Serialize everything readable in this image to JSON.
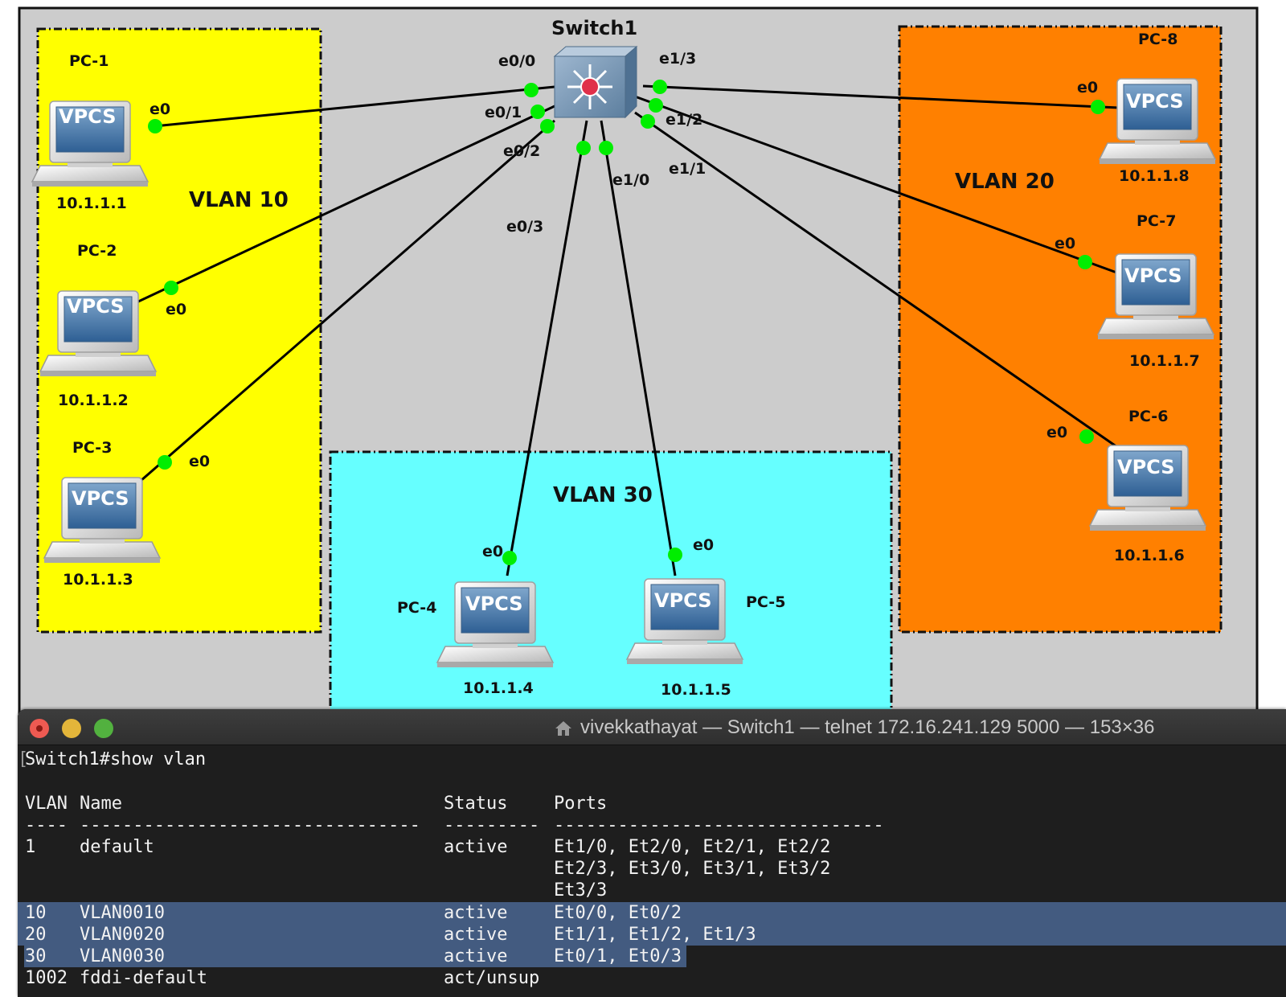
{
  "topology": {
    "switch": {
      "name": "Switch1",
      "ports": {
        "e0_0": "e0/0",
        "e0_1": "e0/1",
        "e0_2": "e0/2",
        "e0_3": "e0/3",
        "e1_0": "e1/0",
        "e1_1": "e1/1",
        "e1_2": "e1/2",
        "e1_3": "e1/3"
      }
    },
    "zones": {
      "vlan10": "VLAN 10",
      "vlan20": "VLAN 20",
      "vlan30": "VLAN 30"
    },
    "device_icon_text": "VPCS",
    "pcs": [
      {
        "name": "PC-1",
        "ip": "10.1.1.1",
        "port": "e0"
      },
      {
        "name": "PC-2",
        "ip": "10.1.1.2",
        "port": "e0"
      },
      {
        "name": "PC-3",
        "ip": "10.1.1.3",
        "port": "e0"
      },
      {
        "name": "PC-4",
        "ip": "10.1.1.4",
        "port": "e0"
      },
      {
        "name": "PC-5",
        "ip": "10.1.1.5",
        "port": "e0"
      },
      {
        "name": "PC-6",
        "ip": "10.1.1.6",
        "port": "e0"
      },
      {
        "name": "PC-7",
        "ip": "10.1.1.7",
        "port": "e0"
      },
      {
        "name": "PC-8",
        "ip": "10.1.1.8",
        "port": "e0"
      }
    ],
    "colors": {
      "vlan10": "#ffff00",
      "vlan20": "#ff8000",
      "vlan30": "#66ffff",
      "canvas": "#cccccc",
      "link_dot": "#00ee00"
    }
  },
  "terminal": {
    "title": "vivekkathayat — Switch1 — telnet 172.16.241.129 5000 — 153×36",
    "command": "Switch1#show vlan",
    "headers": {
      "vlan": "VLAN",
      "name": "Name",
      "status": "Status",
      "ports": "Ports"
    },
    "dashes": {
      "vlan": "----",
      "name": "--------------------------------",
      "status": "---------",
      "ports": "-------------------------------"
    },
    "rows": [
      {
        "vlan": "1",
        "name": "default",
        "status": "active",
        "ports": "Et1/0, Et2/0, Et2/1, Et2/2"
      },
      {
        "vlan": "",
        "name": "",
        "status": "",
        "ports": "Et2/3, Et3/0, Et3/1, Et3/2"
      },
      {
        "vlan": "",
        "name": "",
        "status": "",
        "ports": "Et3/3"
      },
      {
        "vlan": "10",
        "name": "VLAN0010",
        "status": "active",
        "ports": "Et0/0, Et0/2"
      },
      {
        "vlan": "20",
        "name": "VLAN0020",
        "status": "active",
        "ports": "Et1/1, Et1/2, Et1/3"
      },
      {
        "vlan": "30",
        "name": "VLAN0030",
        "status": "active",
        "ports": "Et0/1, Et0/3"
      },
      {
        "vlan": "1002",
        "name": "fddi-default",
        "status": "act/unsup",
        "ports": ""
      }
    ],
    "highlight_color": "#435b80"
  }
}
